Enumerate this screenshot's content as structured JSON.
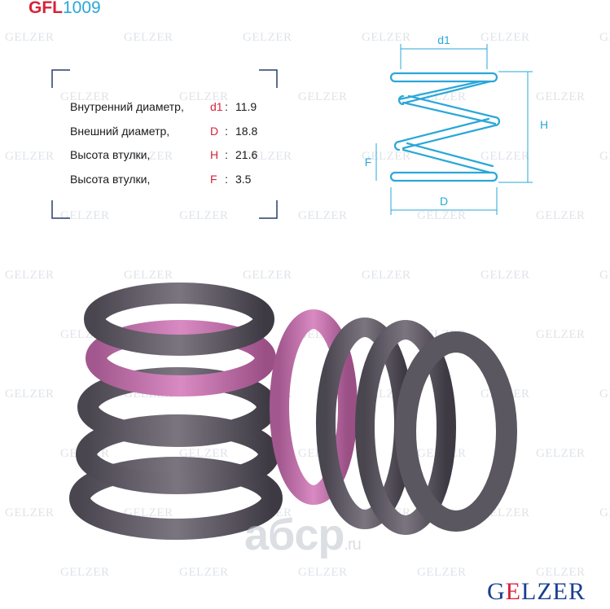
{
  "product": {
    "code_prefix": "GFL",
    "code_number": "1009"
  },
  "specs": [
    {
      "label": "Внутренний диаметр,",
      "symbol": "d1",
      "value": "11.9"
    },
    {
      "label": "Внешний диаметр,",
      "symbol": "D",
      "value": "18.8"
    },
    {
      "label": "Высота втулки,",
      "symbol": "H",
      "value": "21.6"
    },
    {
      "label": "Высота втулки,",
      "symbol": "F",
      "value": "3.5"
    }
  ],
  "diagram": {
    "d1_label": "d1",
    "d_label": "D",
    "h_label": "H",
    "f_label": "F",
    "color": "#2aa7d9"
  },
  "watermark": {
    "text": "GELZER",
    "site": "aбcp",
    "site_suffix": ".ru"
  },
  "brand": {
    "text_before": "G",
    "text_e": "E",
    "text_after": "LZER"
  },
  "colors": {
    "accent_red": "#d8223a",
    "accent_blue": "#2aa7d9",
    "spring_metal": "#5b5760",
    "spring_paint": "#c979b3"
  }
}
